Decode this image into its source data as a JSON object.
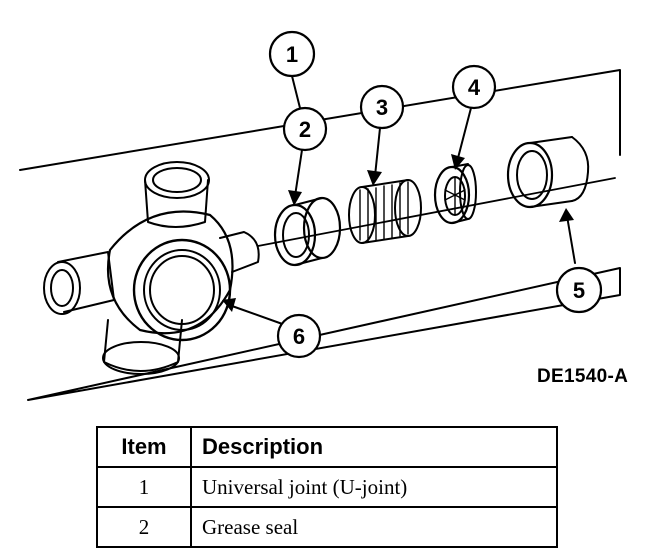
{
  "figure_code": "DE1540-A",
  "callouts": [
    {
      "num": "1"
    },
    {
      "num": "2"
    },
    {
      "num": "3"
    },
    {
      "num": "4"
    },
    {
      "num": "5"
    },
    {
      "num": "6"
    }
  ],
  "legend": {
    "headers": {
      "item": "Item",
      "description": "Description"
    },
    "rows": [
      {
        "item": "1",
        "description": "Universal joint (U-joint)"
      },
      {
        "item": "2",
        "description": "Grease seal"
      }
    ]
  }
}
